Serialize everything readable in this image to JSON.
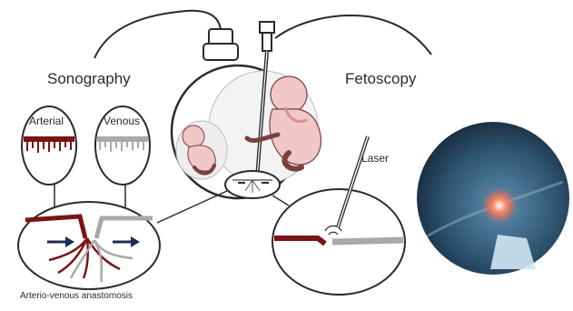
{
  "labels": {
    "sonography": "Sonography",
    "fetoscopy": "Fetoscopy",
    "arterial": "Arterial",
    "venous": "Venous",
    "laser": "Laser",
    "anastomosis": "Arterio-venous anastomosis"
  },
  "colors": {
    "artery": "#7a1414",
    "vein": "#a9a9a9",
    "outline": "#2a2a2a",
    "skin": "#f2c7c7",
    "skin_shade": "#d98f96",
    "arrow": "#1d2c58",
    "photo_bg": "#2e4d66"
  },
  "icons": {
    "probe": "ultrasound-probe-icon",
    "fetoscope": "fetoscope-icon",
    "flow_arrow": "arrow-right-icon"
  }
}
